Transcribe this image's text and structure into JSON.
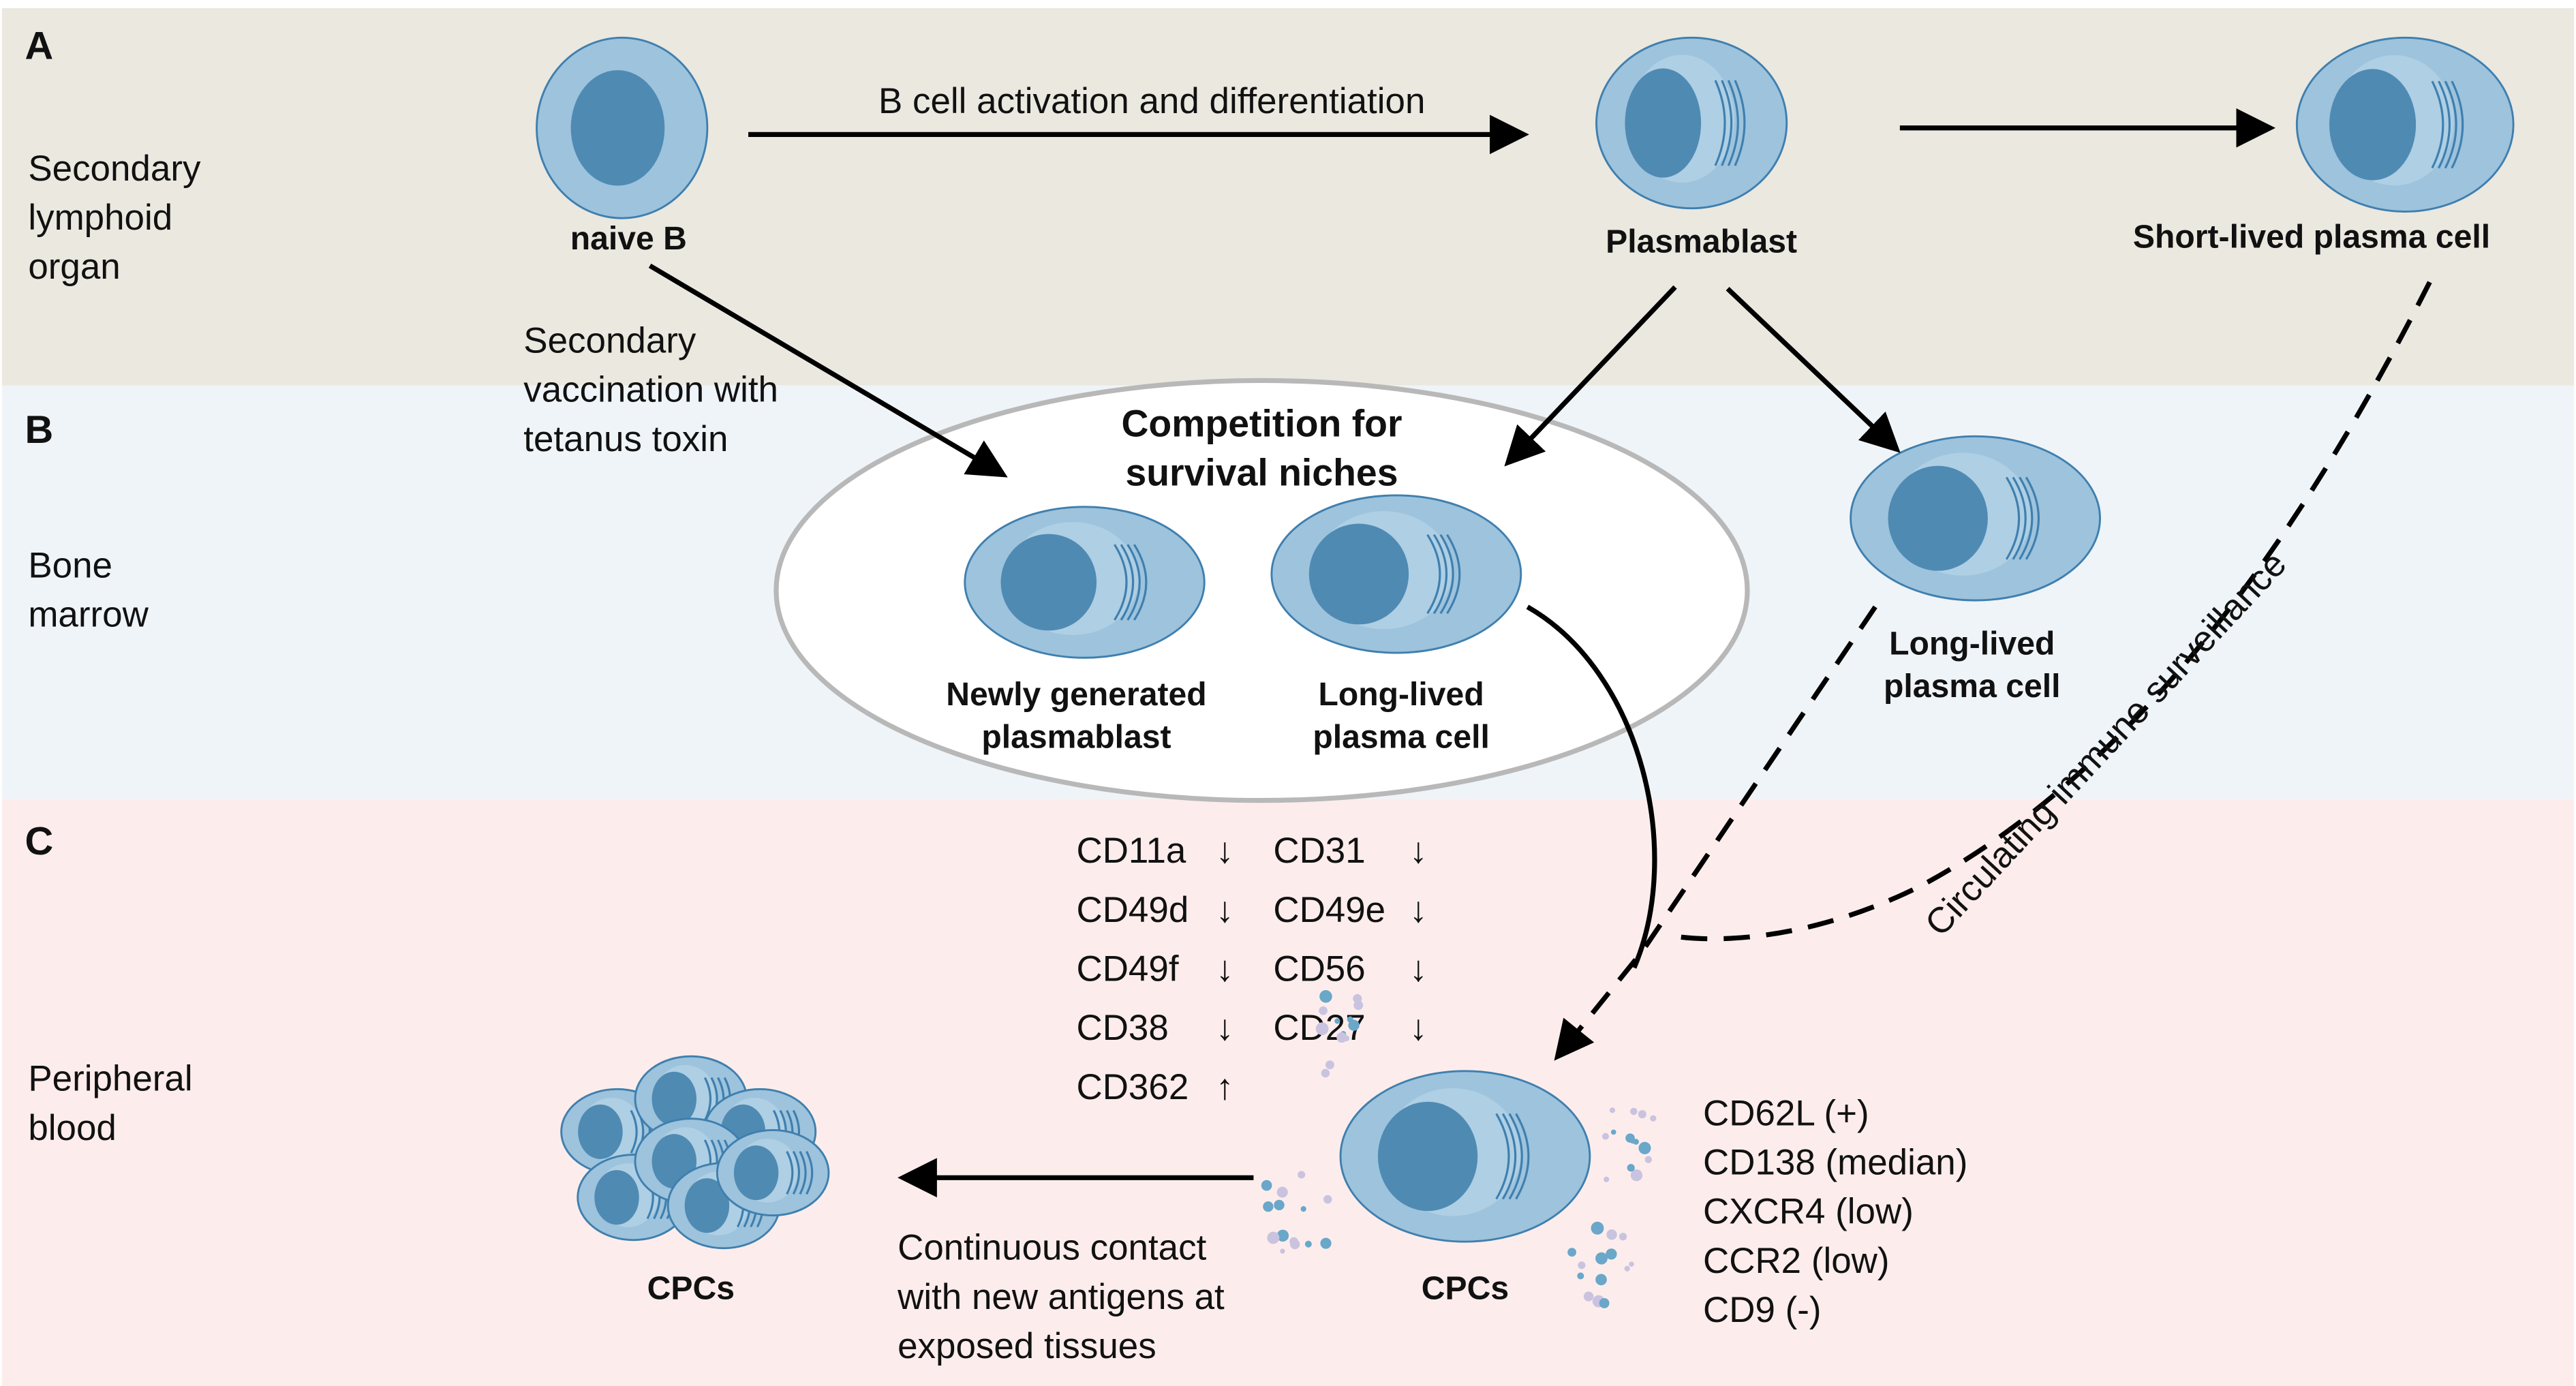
{
  "colors": {
    "band_a": "#ebe8e0",
    "band_b": "#eff4f8",
    "band_c": "#fcedec",
    "cell": "#9dc3dd",
    "nucleus": "#4f8ab3",
    "outline": "#3f7fae"
  },
  "sections": [
    {
      "letter": "A",
      "label": [
        "Secondary",
        "lymphoid",
        "organ"
      ]
    },
    {
      "letter": "B",
      "label": [
        "Bone",
        "marrow"
      ]
    },
    {
      "letter": "C",
      "label": [
        "Peripheral",
        "blood"
      ]
    }
  ],
  "cells": {
    "naive_b": "naive B",
    "plasmablast": "Plasmablast",
    "short_lived": "Short-lived plasma cell",
    "newly_generated": [
      "Newly generated",
      "plasmablast"
    ],
    "long_lived_niche": [
      "Long-lived",
      "plasma cell"
    ],
    "long_lived": [
      "Long-lived",
      "plasma cell"
    ],
    "cpcs": "CPCs",
    "cpcs_cluster": "CPCs"
  },
  "annotations": {
    "activation": "B cell activation and differentiation",
    "vaccination": [
      "Secondary",
      "vaccination with",
      "tetanus toxin"
    ],
    "competition": [
      "Competition for",
      "survival niches"
    ],
    "surveillance": "Circulating immune surveillance",
    "contact": [
      "Continuous contact",
      "with new antigens at",
      "exposed tissues"
    ]
  },
  "markers_left": [
    {
      "name": "CD11a",
      "dir": "↓"
    },
    {
      "name": "CD49d",
      "dir": "↓"
    },
    {
      "name": "CD49f",
      "dir": "↓"
    },
    {
      "name": "CD38",
      "dir": "↓"
    },
    {
      "name": "CD362",
      "dir": "↑"
    }
  ],
  "markers_right": [
    {
      "name": "CD31",
      "dir": "↓"
    },
    {
      "name": "CD49e",
      "dir": "↓"
    },
    {
      "name": "CD56",
      "dir": "↓"
    },
    {
      "name": "CD27",
      "dir": "↓"
    }
  ],
  "cpc_markers": [
    "CD62L (+)",
    "CD138 (median)",
    "CXCR4 (low)",
    "CCR2 (low)",
    "CD9 (-)"
  ]
}
